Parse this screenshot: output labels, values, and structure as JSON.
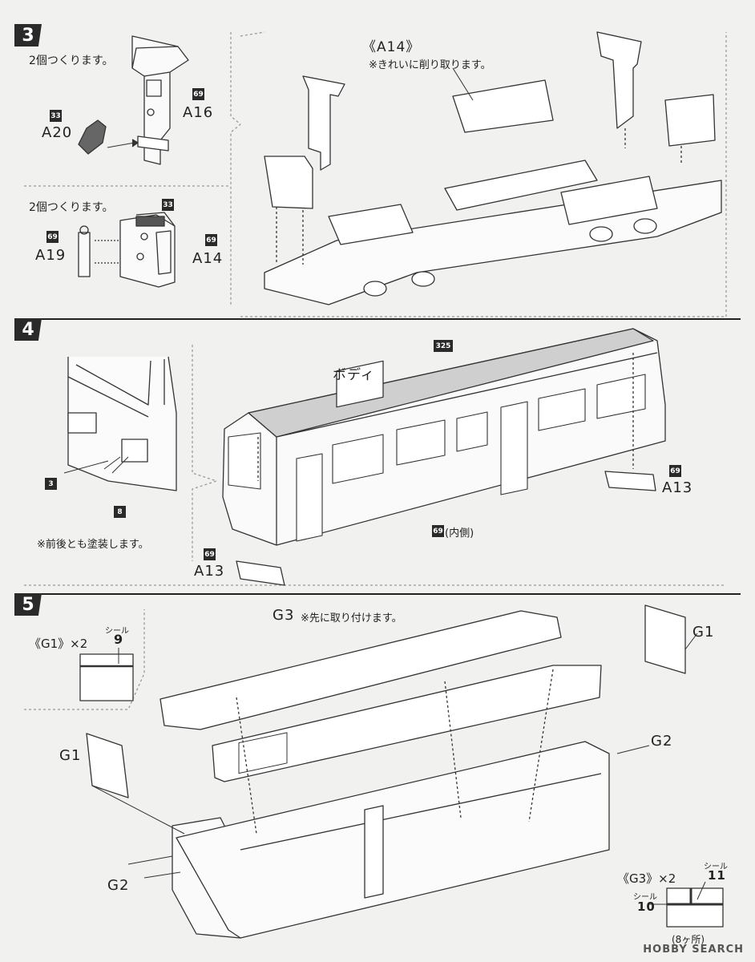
{
  "step3": {
    "badge": "3",
    "note_a16": "2個つくります。",
    "note_a14": "2個つくります。",
    "callout_title": "《A14》",
    "callout_note": "※きれいに削り取ります。",
    "parts": {
      "a20": {
        "num": "33",
        "label": "A20"
      },
      "a16": {
        "num": "69",
        "label": "A16"
      },
      "a19": {
        "num": "69",
        "label": "A19"
      },
      "a14_num_top": "33",
      "a14": {
        "num": "69",
        "label": "A14"
      }
    }
  },
  "step4": {
    "badge": "4",
    "body_label": "ボディ",
    "body_num": "325",
    "inner_num": "69",
    "inner_text": "(内側)",
    "paint_note": "※前後とも塗装します。",
    "callout_3": "3",
    "callout_8": "8",
    "a13_right": {
      "num": "69",
      "label": "A13"
    },
    "a13_left": {
      "num": "69",
      "label": "A13"
    }
  },
  "step5": {
    "badge": "5",
    "g3_label": "G3",
    "g3_note": "※先に取り付けます。",
    "g1_title": "《G1》×2",
    "seal_label_9": "シール",
    "seal_9": "9",
    "g1_label_left": "G1",
    "g1_label_right": "G1",
    "g2_label_right": "G2",
    "g2_label_left": "G2",
    "g3_title": "《G3》×2",
    "seal_label_11": "シール",
    "seal_11": "11",
    "seal_label_10": "シール",
    "seal_10": "10",
    "count_note": "(8ヶ所)"
  },
  "watermark": "HOBBY SEARCH"
}
